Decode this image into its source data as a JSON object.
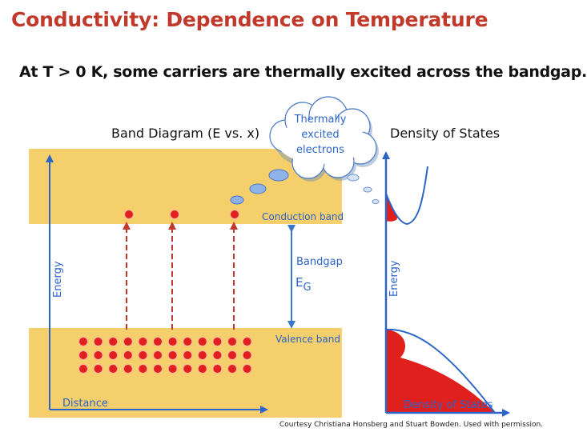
{
  "title": "Conductivity: Dependence on Temperature",
  "subtitle": "At T > 0 K, some carriers are thermally excited across the bandgap.",
  "band_diagram": {
    "heading": "Band Diagram (E vs. x)",
    "energy_axis_label": "Energy",
    "distance_axis_label": "Distance",
    "conduction_band_label": "Conduction band",
    "valence_band_label": "Valence band",
    "bandgap_label": "Bandgap",
    "eg_main": "E",
    "eg_sub": "G",
    "excited_electrons": 3,
    "valence_rows": 3,
    "valence_cols": 12,
    "colors": {
      "band": "#f5cf6b",
      "electron": "#e0201c",
      "axis": "#2c63c9",
      "arrow": "#c0392b",
      "bandgap_arrow": "#3a78c9"
    }
  },
  "cloud": {
    "text_lines": [
      "Thermally",
      "excited",
      "electrons"
    ],
    "color": "#2b66c8"
  },
  "dos": {
    "heading": "Density of States",
    "energy_axis_label": "Energy",
    "x_axis_label": "Density of States",
    "colors": {
      "curve": "#2b66c8",
      "fill": "#e0201c",
      "axis": "#2c63c9"
    }
  },
  "credit": "Courtesy Christiana Honsberg and Stuart Bowden. Used with permission."
}
